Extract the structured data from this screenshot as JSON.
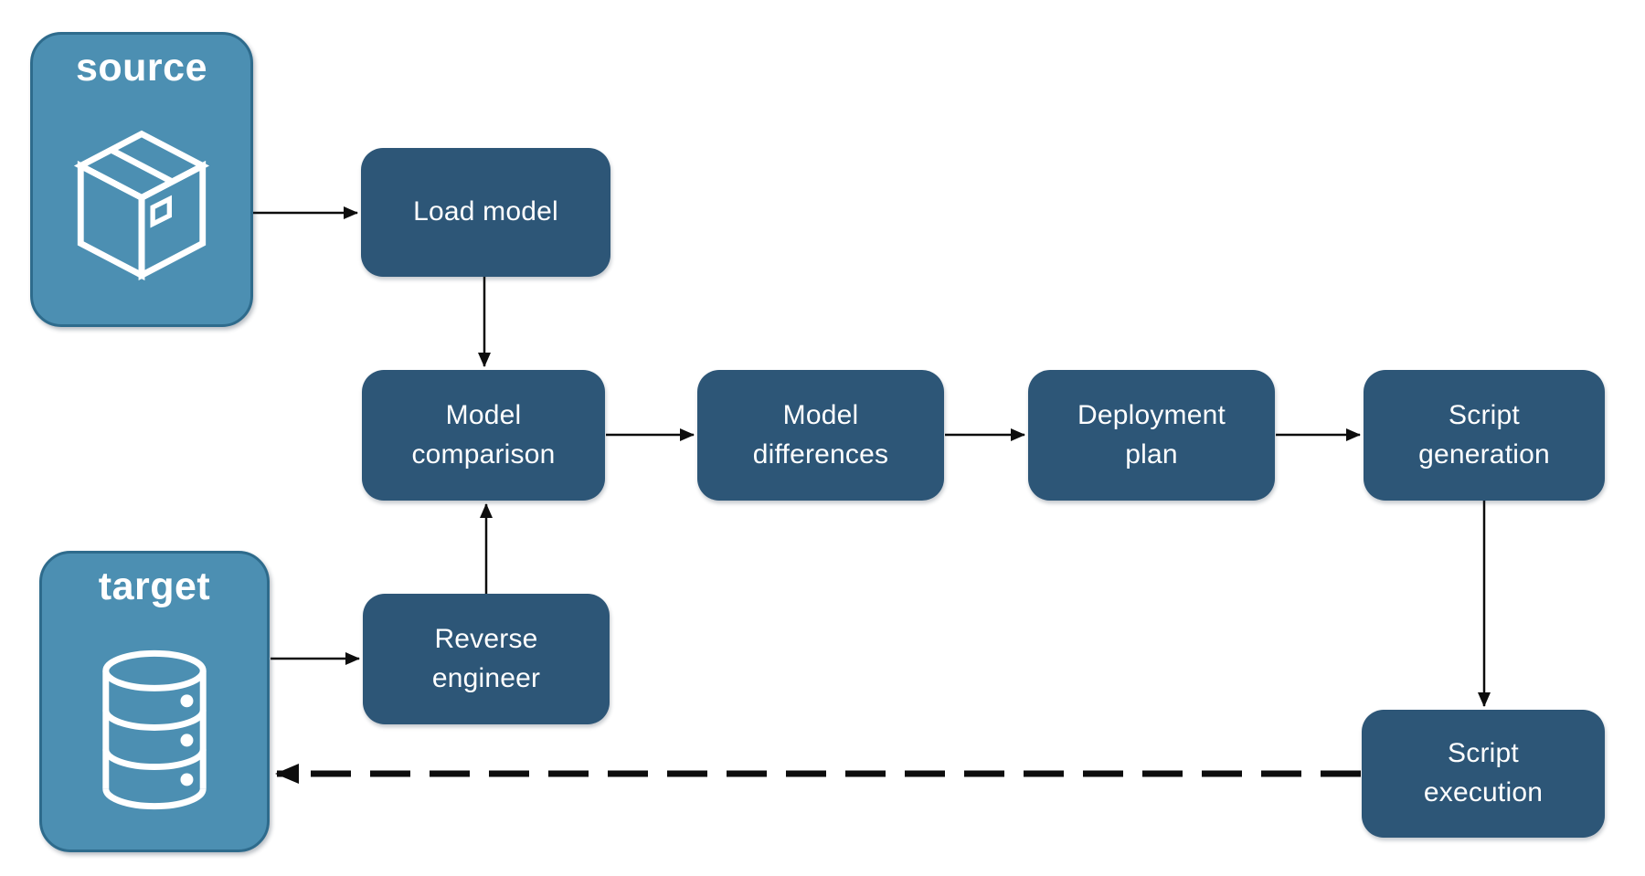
{
  "colors": {
    "background": "#FFFFFF",
    "container_fill": "#4C8FB2",
    "container_border": "#2E6B8C",
    "node_fill": "#2D5677",
    "label_text": "#FFFFFF",
    "arrow": "#0D0D0D"
  },
  "containers": [
    {
      "id": "source",
      "label": "source",
      "icon": "package-icon"
    },
    {
      "id": "target",
      "label": "target",
      "icon": "database-icon"
    }
  ],
  "nodes": [
    {
      "id": "load-model",
      "label": "Load model"
    },
    {
      "id": "model-comparison",
      "label": "Model\ncomparison"
    },
    {
      "id": "model-differences",
      "label": "Model\ndifferences"
    },
    {
      "id": "deployment-plan",
      "label": "Deployment\nplan"
    },
    {
      "id": "script-generation",
      "label": "Script\ngeneration"
    },
    {
      "id": "reverse-engineer",
      "label": "Reverse\nengineer"
    },
    {
      "id": "script-execution",
      "label": "Script\nexecution"
    }
  ],
  "edges": [
    {
      "from": "source",
      "to": "load-model",
      "style": "solid"
    },
    {
      "from": "load-model",
      "to": "model-comparison",
      "style": "solid"
    },
    {
      "from": "target",
      "to": "reverse-engineer",
      "style": "solid"
    },
    {
      "from": "reverse-engineer",
      "to": "model-comparison",
      "style": "solid"
    },
    {
      "from": "model-comparison",
      "to": "model-differences",
      "style": "solid"
    },
    {
      "from": "model-differences",
      "to": "deployment-plan",
      "style": "solid"
    },
    {
      "from": "deployment-plan",
      "to": "script-generation",
      "style": "solid"
    },
    {
      "from": "script-generation",
      "to": "script-execution",
      "style": "solid"
    },
    {
      "from": "script-execution",
      "to": "target",
      "style": "dashed"
    }
  ]
}
